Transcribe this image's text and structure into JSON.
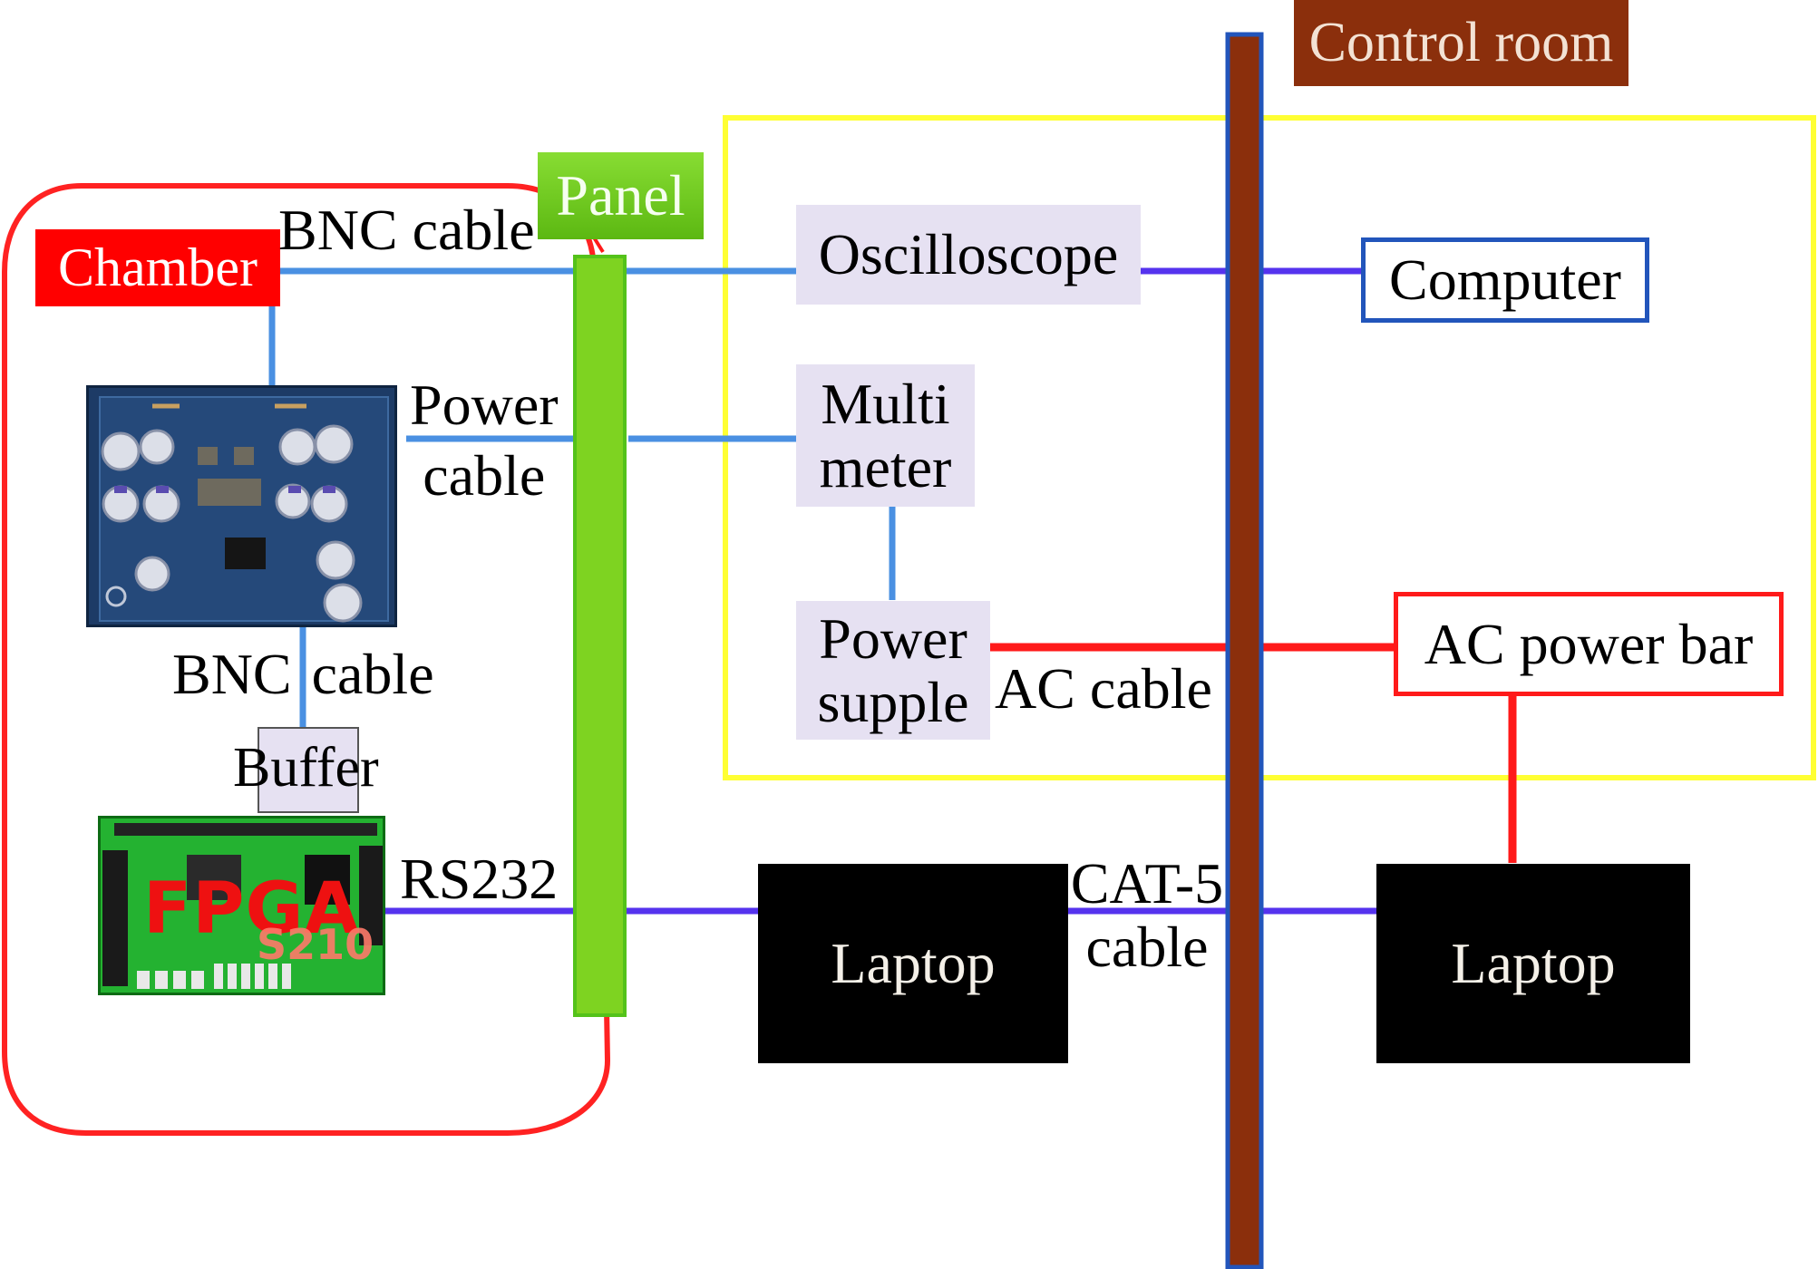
{
  "control_room": {
    "label": "Control room",
    "color": "#8b2f0c"
  },
  "panel": {
    "label": "Panel",
    "color": "#7ed321"
  },
  "chamber": {
    "label": "Chamber",
    "color": "#ff0000"
  },
  "fpga_board": {
    "label": "FPGA",
    "sub_label": "S210"
  },
  "nodes": {
    "oscilloscope": "Oscilloscope",
    "computer": "Computer",
    "multimeter": "Multi\nmeter",
    "power_supply": "Power\nsupple",
    "ac_power_bar": "AC power bar",
    "buffer": "Buffer",
    "laptop_left": "Laptop",
    "laptop_right": "Laptop"
  },
  "cables": {
    "bnc_top": "BNC cable",
    "power": "Power\ncable",
    "bnc_mid": "BNC cable",
    "rs232": "RS232",
    "ac": "AC cable",
    "cat5": "CAT-5\ncable"
  },
  "colors": {
    "bnc_line": "#4a90e2",
    "data_line": "#5533ee",
    "ac_line": "#ff1a1a",
    "lab_border": "#ffff33",
    "chamber_border": "#ff2222",
    "wall_border": "#2255bb"
  }
}
